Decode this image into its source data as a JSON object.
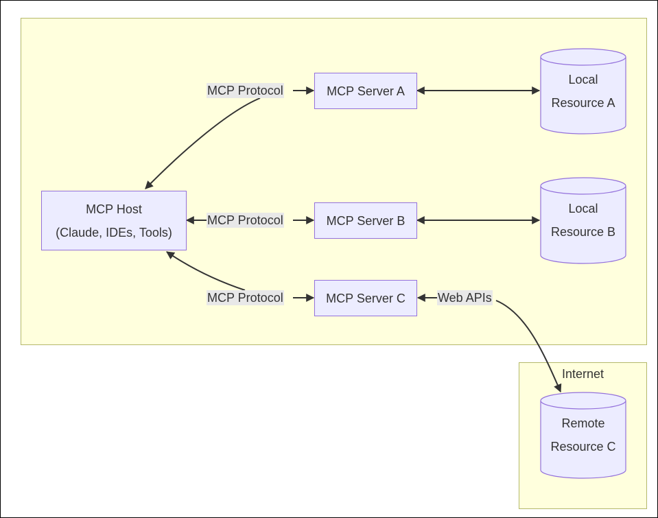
{
  "groups": {
    "internet": "Internet"
  },
  "nodes": {
    "host": [
      "MCP Host",
      "(Claude, IDEs, Tools)"
    ],
    "server_a": "MCP Server A",
    "server_b": "MCP Server B",
    "server_c": "MCP Server C",
    "resource_a": [
      "Local",
      "Resource A"
    ],
    "resource_b": [
      "Local",
      "Resource B"
    ],
    "resource_c": [
      "Remote",
      "Resource C"
    ]
  },
  "edges": {
    "host_server_a": "MCP Protocol",
    "host_server_b": "MCP Protocol",
    "host_server_c": "MCP Protocol",
    "server_c_resource_c": "Web APIs"
  },
  "colors": {
    "node_fill": "#ececff",
    "node_stroke": "#9370db",
    "cluster_fill": "#ffffdd",
    "cluster_stroke": "#b4b86a",
    "edge": "#333333",
    "edge_label_bg": "#e8e8e8"
  }
}
